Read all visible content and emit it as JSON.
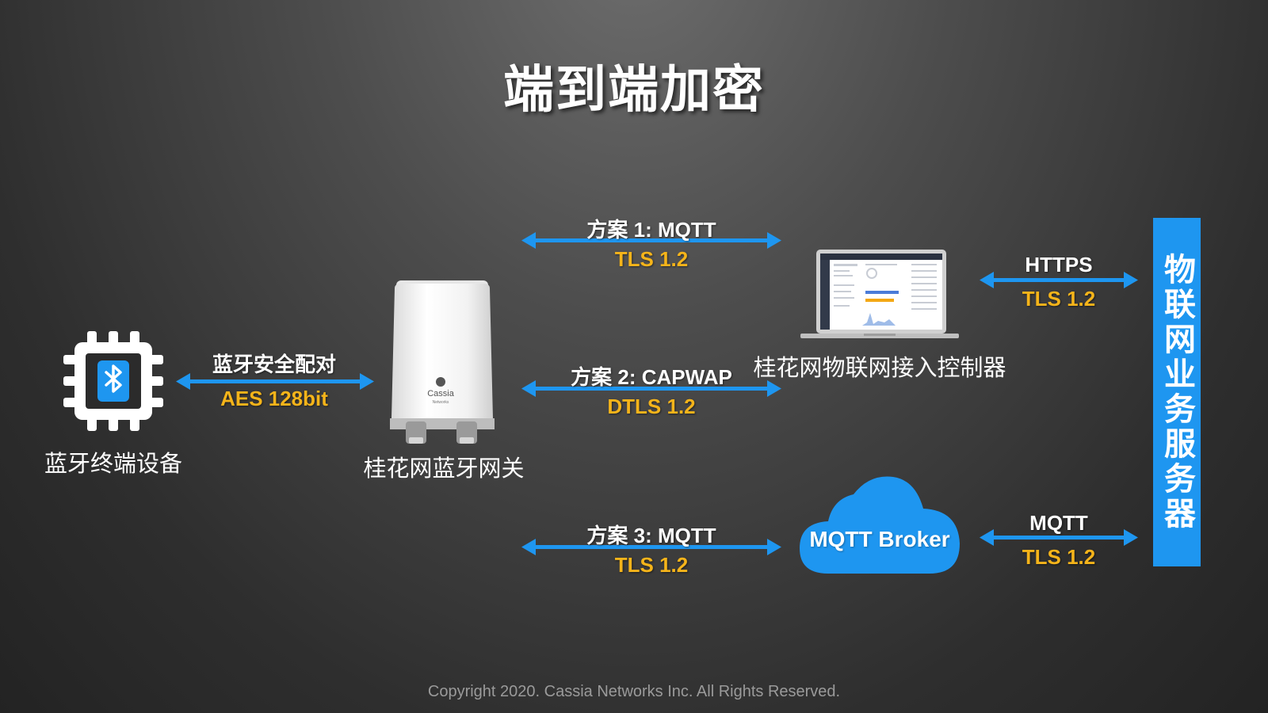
{
  "title": "端到端加密",
  "devices": {
    "bt_device": "蓝牙终端设备",
    "gateway": "桂花网蓝牙网关",
    "gateway_brand": "Cassia",
    "gateway_brand_sub": "Networks",
    "controller": "桂花网物联网接入控制器",
    "broker": "MQTT Broker",
    "server": "物联网业务服务器"
  },
  "links": {
    "pairing": {
      "top": "蓝牙安全配对",
      "bottom": "AES 128bit"
    },
    "scheme1": {
      "top": "方案 1: MQTT",
      "bottom": "TLS 1.2"
    },
    "scheme2": {
      "top": "方案 2: CAPWAP",
      "bottom": "DTLS 1.2"
    },
    "scheme3": {
      "top": "方案 3: MQTT",
      "bottom": "TLS 1.2"
    },
    "https": {
      "top": "HTTPS",
      "bottom": "TLS 1.2"
    },
    "mqtt": {
      "top": "MQTT",
      "bottom": "TLS 1.2"
    }
  },
  "colors": {
    "arrow": "#1e96f0",
    "accent": "#f5b41a",
    "server_bar": "#1e96f0",
    "cloud": "#1e96f0"
  },
  "icons": [
    "bluetooth-chip-icon",
    "gateway-device-icon",
    "laptop-icon",
    "cloud-icon"
  ],
  "copyright": "Copyright 2020. Cassia Networks Inc. All Rights Reserved."
}
